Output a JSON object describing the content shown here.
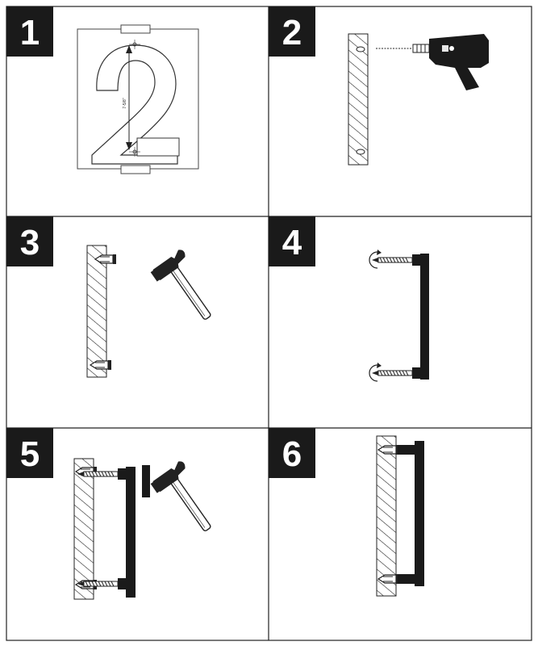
{
  "steps": [
    {
      "number": "1",
      "figure": "template-number-2"
    },
    {
      "number": "2",
      "figure": "drill-wall"
    },
    {
      "number": "3",
      "figure": "hammer-anchors"
    },
    {
      "number": "4",
      "figure": "screws-into-handle"
    },
    {
      "number": "5",
      "figure": "mount-handle"
    },
    {
      "number": "6",
      "figure": "installed-handle"
    }
  ],
  "template": {
    "digit": "2",
    "measure_label": "7-5/8\""
  },
  "colors": {
    "ink": "#1a1a1a",
    "paper": "#ffffff",
    "badge": "#1a1a1a"
  }
}
